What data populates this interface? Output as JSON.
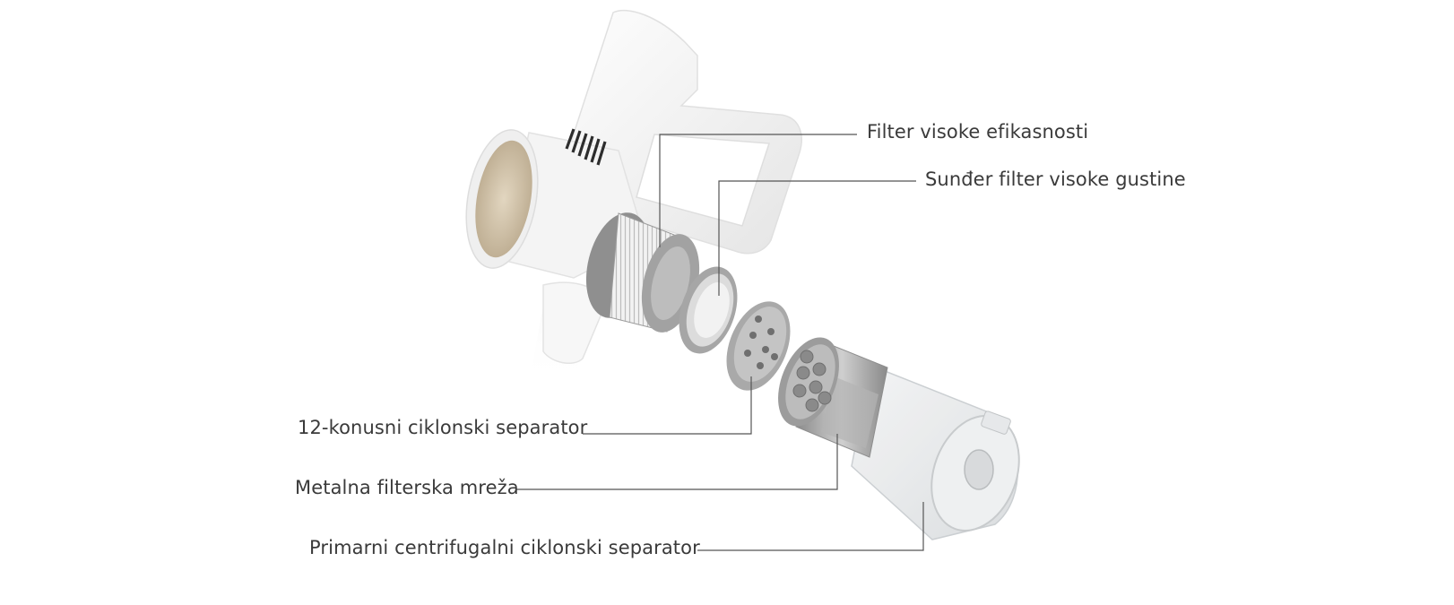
{
  "diagram": {
    "labels": {
      "hepa_filter": "Filter visoke efikasnosti",
      "sponge_filter": "Sunđer filter visoke gustine",
      "cone_separator": "12-konusni ciklonski separator",
      "metal_mesh": "Metalna filterska mreža",
      "primary_separator": "Primarni centrifugalni ciklonski separator"
    },
    "colors": {
      "body_white": "#f3f3f3",
      "body_shadow": "#dcdcdc",
      "part_gray": "#9a9a9a",
      "part_dark": "#7a7a7a",
      "leader_line": "#555555",
      "label_text": "#3a3a3a",
      "inner_tan": "#cdbfa6"
    }
  }
}
